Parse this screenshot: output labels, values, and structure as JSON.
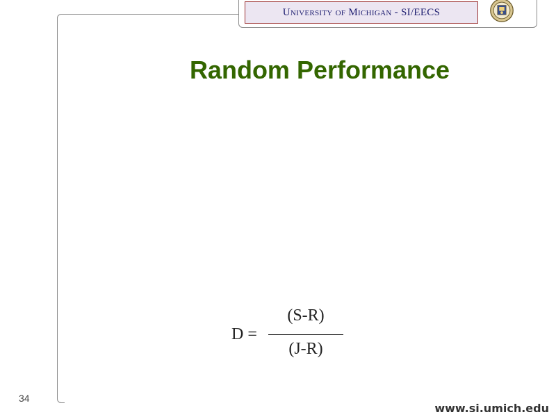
{
  "header": {
    "banner_text": "University of Michigan - SI/EECS",
    "seal_icon": "university-seal-icon",
    "colors": {
      "banner_bg": "#ece6f2",
      "banner_border": "#9b2f2f",
      "banner_text": "#1a1a6e"
    }
  },
  "slide": {
    "title": "Random Performance",
    "title_color": "#336600",
    "equation": {
      "lhs": "D =",
      "numerator": "(S-R)",
      "denominator": "(J-R)"
    },
    "number": "34"
  },
  "footer": {
    "url": "www.si.umich.edu"
  }
}
